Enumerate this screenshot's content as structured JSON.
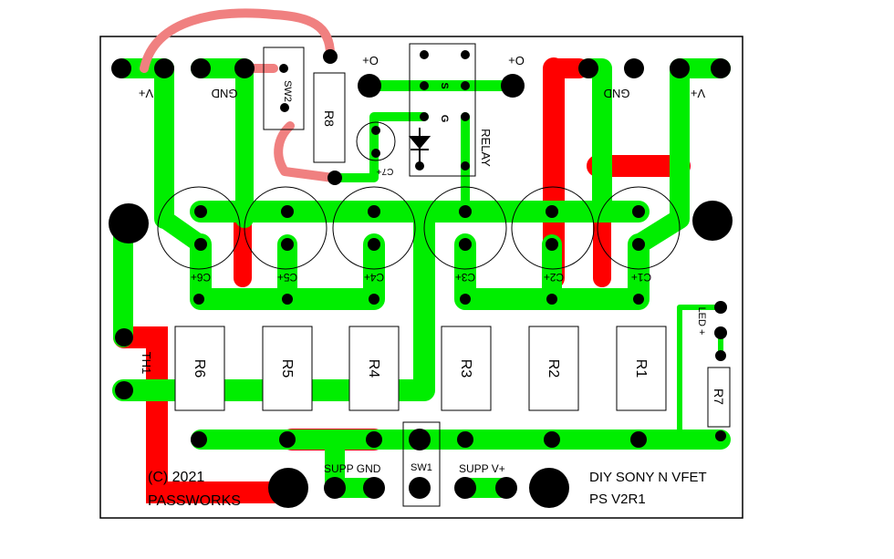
{
  "colors": {
    "trace_top": "#00ee00",
    "trace_bottom": "#ff0000",
    "wire": "#f08080",
    "pad": "#000000",
    "outline": "#000000"
  },
  "board_text": {
    "copyright_line1": "(C) 2021",
    "copyright_line2": "PASSWORKS",
    "title_line1": "DIY SONY N VFET",
    "title_line2": "PS  V2R1",
    "supp_gnd": "SUPP GND",
    "supp_vplus": "SUPP V+",
    "sw1": "SW1",
    "led_plus": "LED +",
    "relay": "RELAY",
    "th1": "TH1",
    "relay_s": "S",
    "relay_g": "G"
  },
  "terminals": {
    "left_vplus": "V+",
    "left_gnd": "GND",
    "right_vplus": "V+",
    "right_gnd": "GND",
    "o_left": "O+",
    "o_right": "O+",
    "sw2": "SW2",
    "c7": "C7+"
  },
  "capacitors": [
    "C6+",
    "C5+",
    "C4+",
    "C3+",
    "C2+",
    "C1+"
  ],
  "resistors": [
    "R6",
    "R5",
    "R4",
    "R3",
    "R2",
    "R1"
  ],
  "r7": "R7",
  "r8": "R8"
}
